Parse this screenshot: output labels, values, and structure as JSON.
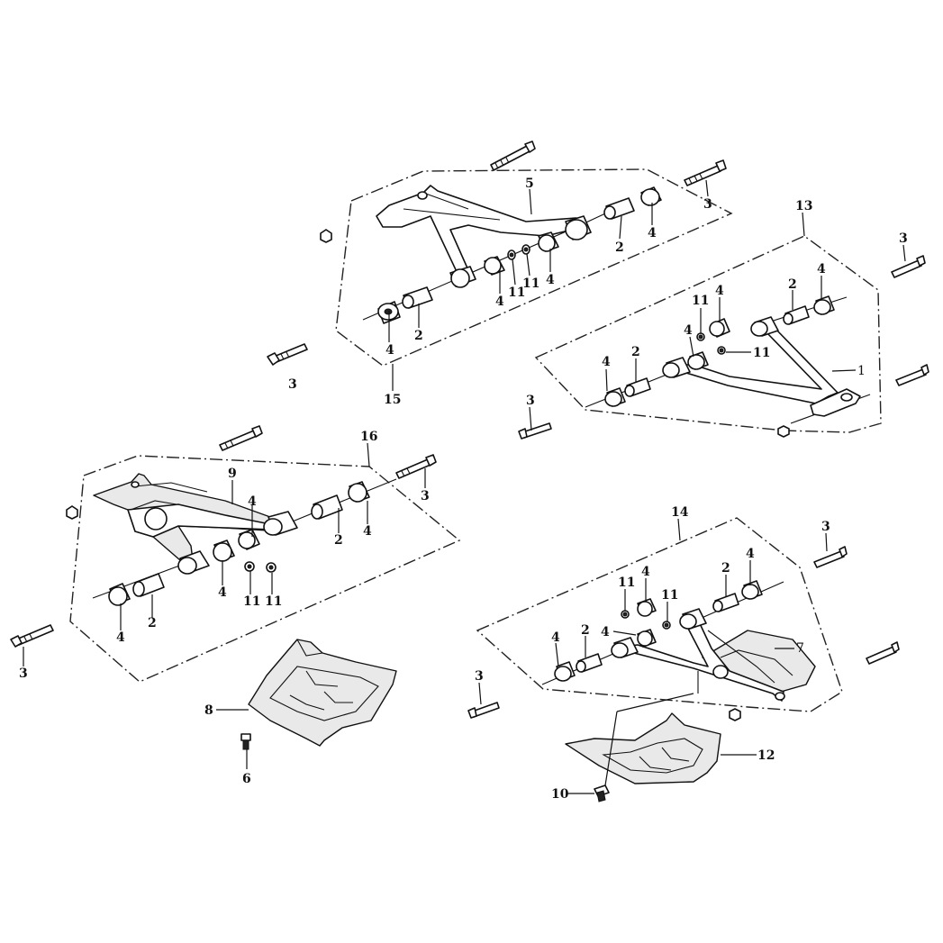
{
  "callouts": {
    "c1": "1",
    "c2": "2",
    "c3": "3",
    "c4": "4",
    "c5": "5",
    "c6": "6",
    "c7": "7",
    "c8": "8",
    "c9": "9",
    "c10": "10",
    "c11": "11",
    "c12": "12",
    "c13": "13",
    "c14": "14",
    "c15": "15",
    "c16": "16"
  },
  "assemblies": {
    "front_upper_left": {
      "callout": "15",
      "arm": "5"
    },
    "front_upper_right": {
      "callout": "13",
      "arm": "1"
    },
    "lower_left": {
      "callout": "16",
      "arm": "9"
    },
    "lower_right": {
      "callout": "14",
      "arm": "7"
    }
  },
  "colors": {
    "line": "#111111",
    "background": "#ffffff",
    "shade": "#e9e9e9"
  }
}
